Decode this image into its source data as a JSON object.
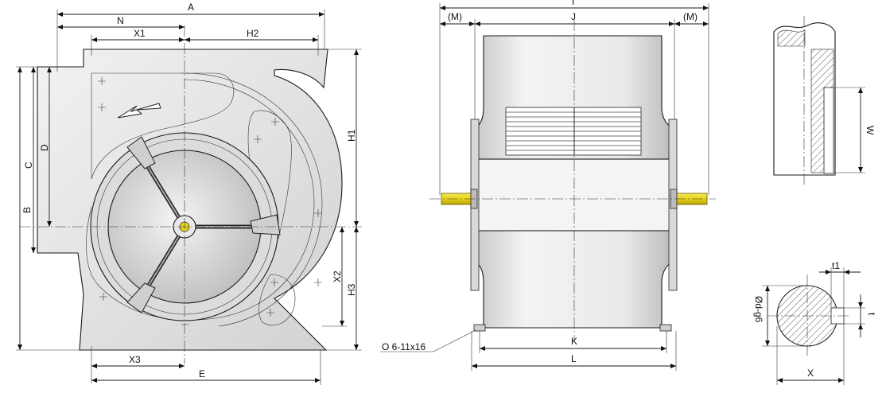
{
  "front_view": {
    "dims": {
      "A": "A",
      "N": "N",
      "X1": "X1",
      "H2": "H2",
      "B": "B",
      "C": "C",
      "D": "D",
      "H1": "H1",
      "X2": "X2",
      "H3": "H3",
      "X3": "X3",
      "E": "E"
    }
  },
  "side_view": {
    "dims": {
      "I": "I",
      "M_left": "(M)",
      "J": "J",
      "M_right": "(M)",
      "K": "K",
      "L": "L"
    },
    "hole_note": "O 6-11x16"
  },
  "shaft_detail": {
    "dims": {
      "W": "W",
      "t1": "t1",
      "t": "t",
      "phi": "Ød-g6",
      "X": "X"
    }
  },
  "colors": {
    "shaft": "#e8d41a",
    "housing": "#e6e6e6",
    "wheel": "#d8d8d8",
    "line": "#1a1a1a"
  }
}
